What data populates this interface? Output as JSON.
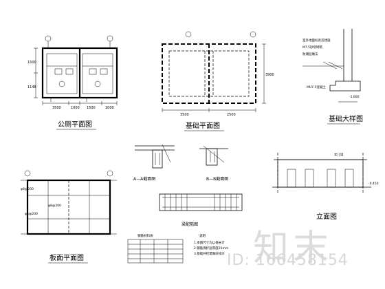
{
  "views": {
    "toilet_plan": {
      "title": "公厕平面图",
      "dims_bottom": [
        "3500",
        "1000",
        "1500",
        "1000"
      ],
      "dims_left": [
        "1500",
        "1148"
      ]
    },
    "foundation_plan": {
      "title": "基础平面图",
      "dims_bottom": [
        "3500",
        "2500"
      ],
      "dim_right": "3900"
    },
    "foundation_detail": {
      "title": "基础大样图",
      "level": "-1.600",
      "wall_label": "MU7.5混凝土",
      "notes": [
        "室外地面标高见建施",
        "M7.5砂浆砌筑",
        "防潮层做法"
      ]
    },
    "slab_plan": {
      "title": "板面平面图",
      "label_a": "φ8@200",
      "label_b": "φ8@200",
      "label_c": "φ6@200"
    },
    "section_aa": {
      "title": "A—A截面图"
    },
    "section_bb": {
      "title": "B—B截面图"
    },
    "beam_detail": {
      "title": "梁配筋图"
    },
    "elevation": {
      "title": "立面图",
      "top_label": "女儿墙",
      "level": "-0.450"
    },
    "schedule": {
      "title": "钢筋材料表",
      "notes_title": "说明",
      "notes": [
        "1.本图尺寸均以毫米计",
        "2.钢筋保护层厚度25mm",
        "3.基础开挖需做好排水"
      ]
    }
  },
  "watermark": {
    "logo": "知末",
    "id": "ID: 166458154"
  }
}
